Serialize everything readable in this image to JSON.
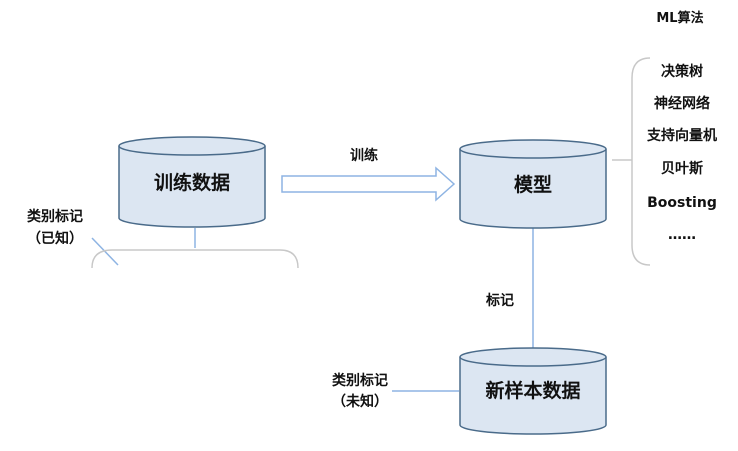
{
  "nodes": {
    "training_data": "训练数据",
    "model": "模型",
    "new_samples": "新样本数据"
  },
  "edges": {
    "train": "训练",
    "label": "标记"
  },
  "annotations": {
    "known_line1": "类别标记",
    "known_line2": "（已知）",
    "unknown_line1": "类别标记",
    "unknown_line2": "（未知）"
  },
  "algorithms": {
    "title": "ML算法",
    "items": [
      "决策树",
      "神经网络",
      "支持向量机",
      "贝叶斯",
      "Boosting",
      "……"
    ]
  },
  "colors": {
    "cylinder_fill": "#dce6f2",
    "cylinder_stroke": "#4a6b8a",
    "connector": "#8eb4e3",
    "brace": "#c8c8c8"
  }
}
